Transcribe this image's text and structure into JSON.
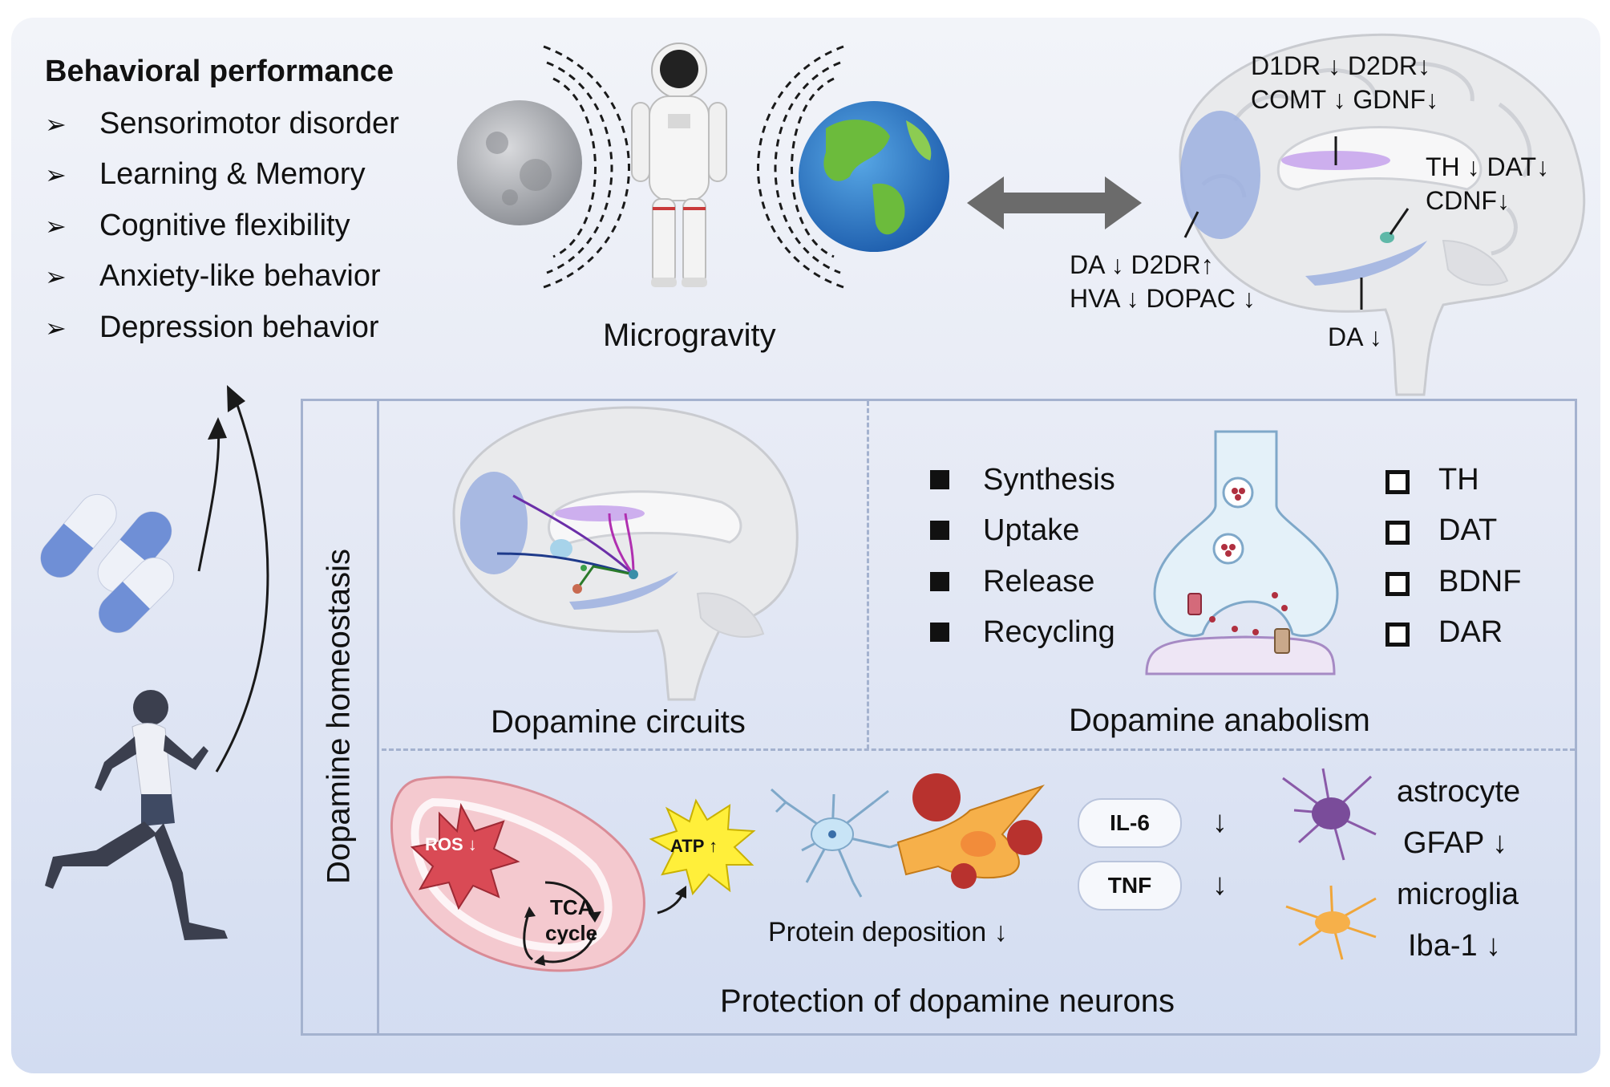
{
  "behavior": {
    "title": "Behavioral performance",
    "items": [
      "Sensorimotor disorder",
      "Learning & Memory",
      "Cognitive flexibility",
      "Anxiety-like behavior",
      "Depression behavior"
    ],
    "bullet": "➢"
  },
  "microgravity": {
    "label": "Microgravity"
  },
  "brain_markers": {
    "cortex_top_line1": "D1DR ↓ D2DR↓",
    "cortex_top_line2": "COMT ↓  GDNF↓",
    "right_line1": "TH ↓  DAT↓",
    "right_line2": "CDNF↓",
    "left_line1": "DA ↓ D2DR↑",
    "left_line2": "HVA ↓  DOPAC ↓",
    "bottom": "DA ↓"
  },
  "homeostasis": {
    "label": "Dopamine homeostasis"
  },
  "circuits": {
    "label": "Dopamine circuits"
  },
  "anabolism": {
    "label": "Dopamine anabolism",
    "processes": [
      "Synthesis",
      "Uptake",
      "Release",
      "Recycling"
    ],
    "markers": [
      "TH",
      "DAT",
      "BDNF",
      "DAR"
    ]
  },
  "protection": {
    "label": "Protection of dopamine neurons",
    "ros": "ROS ↓",
    "tca_line1": "TCA",
    "tca_line2": "cycle",
    "atp": "ATP ↑",
    "protein_deposition": "Protein deposition ↓",
    "cytokines": [
      "IL-6",
      "TNF"
    ],
    "down_arrow": "↓",
    "astrocyte": "astrocyte",
    "gfap": "GFAP ↓",
    "microglia": "microglia",
    "iba1": "Iba-1 ↓"
  },
  "colors": {
    "background_top": "#f2f4f9",
    "background_bottom": "#d2dcf1",
    "panel_border": "#a4b2cf",
    "double_arrow": "#6b6b6b",
    "ros_star": "#d94a55",
    "atp_star": "#ffef3a",
    "mitochondrion": "#f4c9cf",
    "brain_region_blue": "#9cb0e0",
    "brain_region_purple": "#c8a6ec"
  }
}
